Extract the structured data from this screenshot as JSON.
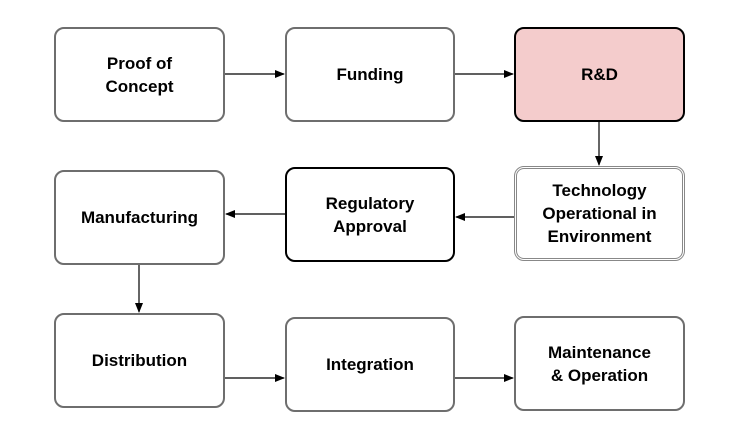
{
  "nodes": {
    "proof_of_concept": "Proof of\nConcept",
    "funding": "Funding",
    "rd": "R&D",
    "technology_operational": "Technology\nOperational in\nEnvironment",
    "regulatory_approval": "Regulatory\nApproval",
    "manufacturing": "Manufacturing",
    "distribution": "Distribution",
    "integration": "Integration",
    "maintenance_operation": "Maintenance\n& Operation"
  },
  "edges": [
    {
      "from": "Proof of Concept",
      "to": "Funding"
    },
    {
      "from": "Funding",
      "to": "R&D"
    },
    {
      "from": "R&D",
      "to": "Technology Operational in Environment"
    },
    {
      "from": "Technology Operational in Environment",
      "to": "Regulatory Approval"
    },
    {
      "from": "Regulatory Approval",
      "to": "Manufacturing"
    },
    {
      "from": "Manufacturing",
      "to": "Distribution"
    },
    {
      "from": "Distribution",
      "to": "Integration"
    },
    {
      "from": "Integration",
      "to": "Maintenance & Operation"
    }
  ],
  "colors": {
    "highlight_fill": "#f4cccc",
    "border_gray": "#6e6e6e",
    "border_dark": "#000000",
    "arrow": "#000000"
  }
}
